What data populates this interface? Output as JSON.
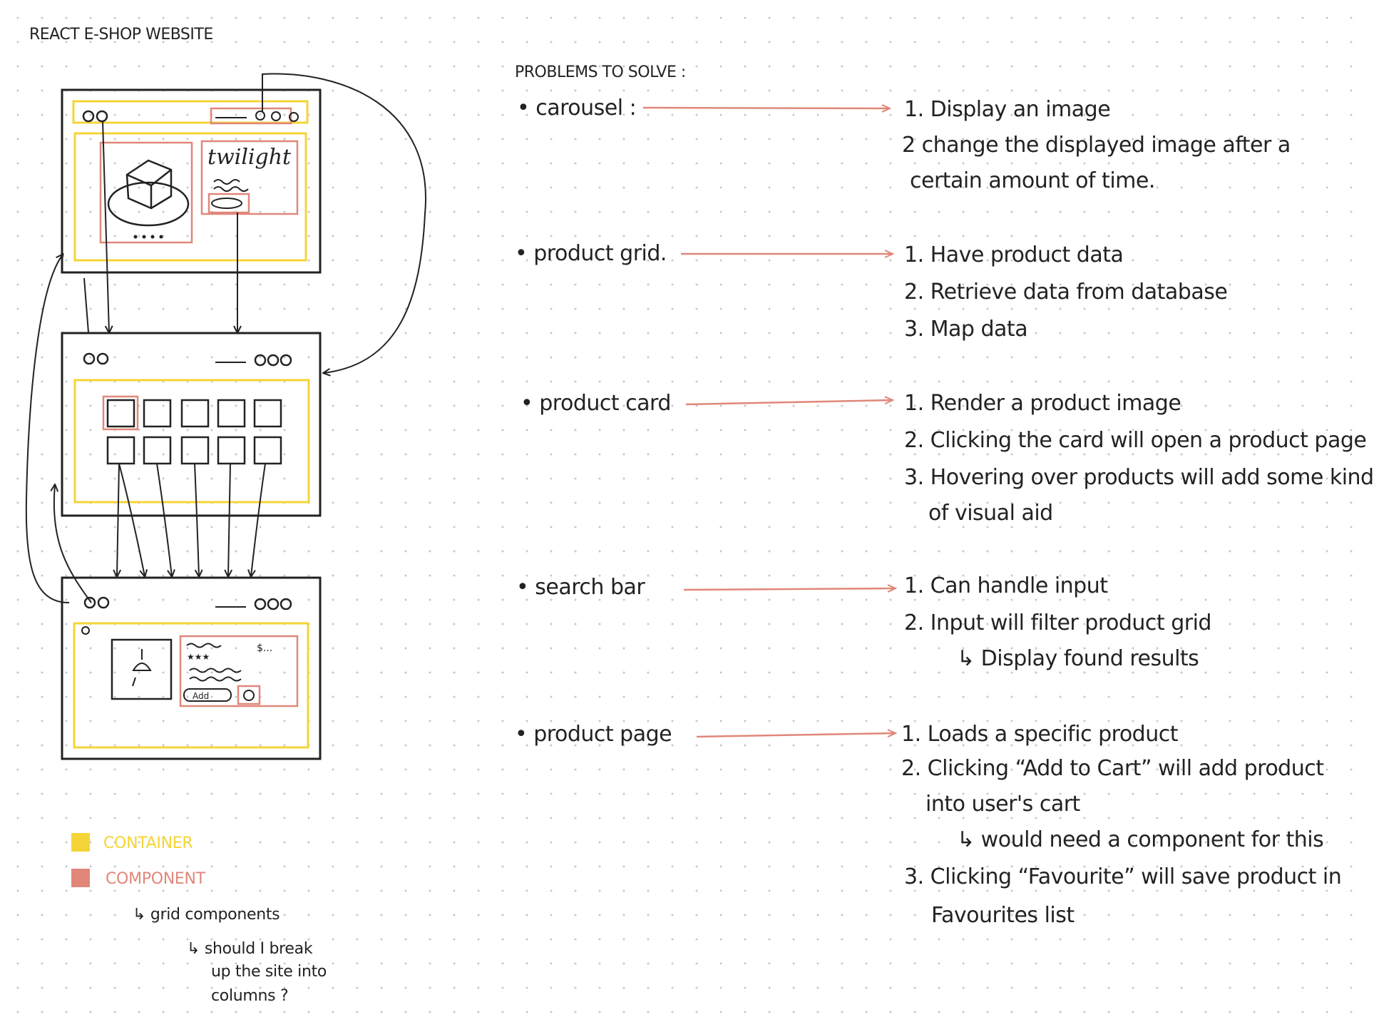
{
  "title": "REACT E-SHOP WEBSITE",
  "problems_heading": "PROBLEMS TO SOLVE :",
  "colors": {
    "container": "#f5d437",
    "component": "#e0877a",
    "ink": "#222222",
    "grid_dot": "#c9c9c9"
  },
  "wireframe": {
    "hero_text": "twilight",
    "page3_price": "$...",
    "page3_add_button": "Add",
    "page3_rating": "★★★"
  },
  "problems": [
    {
      "topic": "carousel :",
      "steps": [
        "1. Display an image",
        "2 change the displayed image after a",
        "certain amount of time."
      ]
    },
    {
      "topic": "product grid.",
      "steps": [
        "1. Have product data",
        "2. Retrieve data from database",
        "3. Map data"
      ]
    },
    {
      "topic": "product card",
      "steps": [
        "1. Render a product image",
        "2. Clicking the card will open a product page",
        "3. Hovering over products will add some kind",
        "of visual aid"
      ]
    },
    {
      "topic": "search bar",
      "steps": [
        "1. Can handle input",
        "2. Input will filter product grid",
        "↳ Display found results"
      ]
    },
    {
      "topic": "product page",
      "steps": [
        "1. Loads a specific product",
        "2. Clicking “Add to Cart” will add product",
        "into user's cart",
        "↳ would need a component for this",
        "3. Clicking “Favourite” will save product in",
        "Favourites list"
      ]
    }
  ],
  "legend": {
    "container": "CONTAINER",
    "component": "COMPONENT",
    "note1": "↳ grid components",
    "note2_lines": [
      "↳ should I break",
      "up the site into",
      "columns ?"
    ]
  }
}
